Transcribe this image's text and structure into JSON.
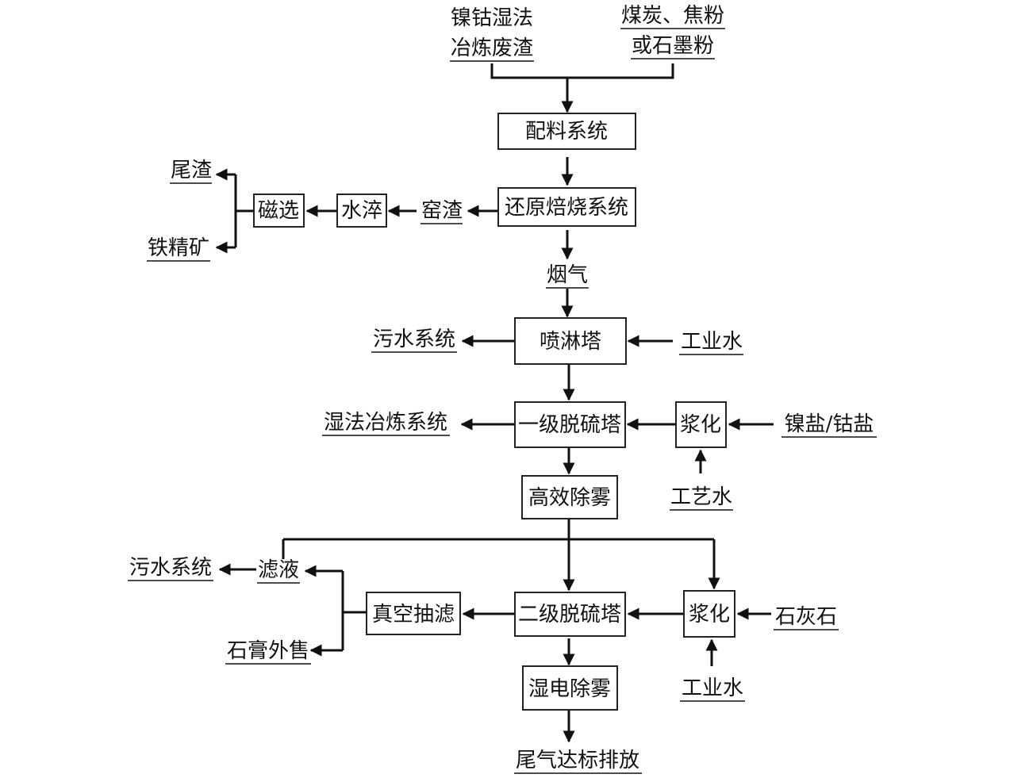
{
  "inputs": {
    "slag_line1": "镍钴湿法",
    "slag_line2": "冶炼废渣",
    "reductant_line1": "煤炭、焦粉",
    "reductant_line2": "或石墨粉"
  },
  "boxes": {
    "batching": "配料系统",
    "roasting": "还原焙烧系统",
    "water_quench": "水淬",
    "magnetic_sep": "磁选",
    "spray_tower": "喷淋塔",
    "desulf_1": "一级脱硫塔",
    "slurry_1": "浆化",
    "demist_high": "高效除雾",
    "desulf_2": "二级脱硫塔",
    "slurry_2": "浆化",
    "vacuum_filter": "真空抽滤",
    "wet_esp": "湿电除雾"
  },
  "labels": {
    "tailings": "尾渣",
    "iron_concentrate": "铁精矿",
    "kiln_slag": "窑渣",
    "flue_gas": "烟气",
    "sewage_1": "污水系统",
    "industrial_water_1": "工业水",
    "hydromet_system": "湿法冶炼系统",
    "ni_co_salt": "镍盐/钴盐",
    "process_water": "工艺水",
    "filtrate": "滤液",
    "sewage_2": "污水系统",
    "gypsum": "石膏外售",
    "limestone": "石灰石",
    "industrial_water_2": "工业水",
    "exhaust": "尾气达标排放"
  }
}
